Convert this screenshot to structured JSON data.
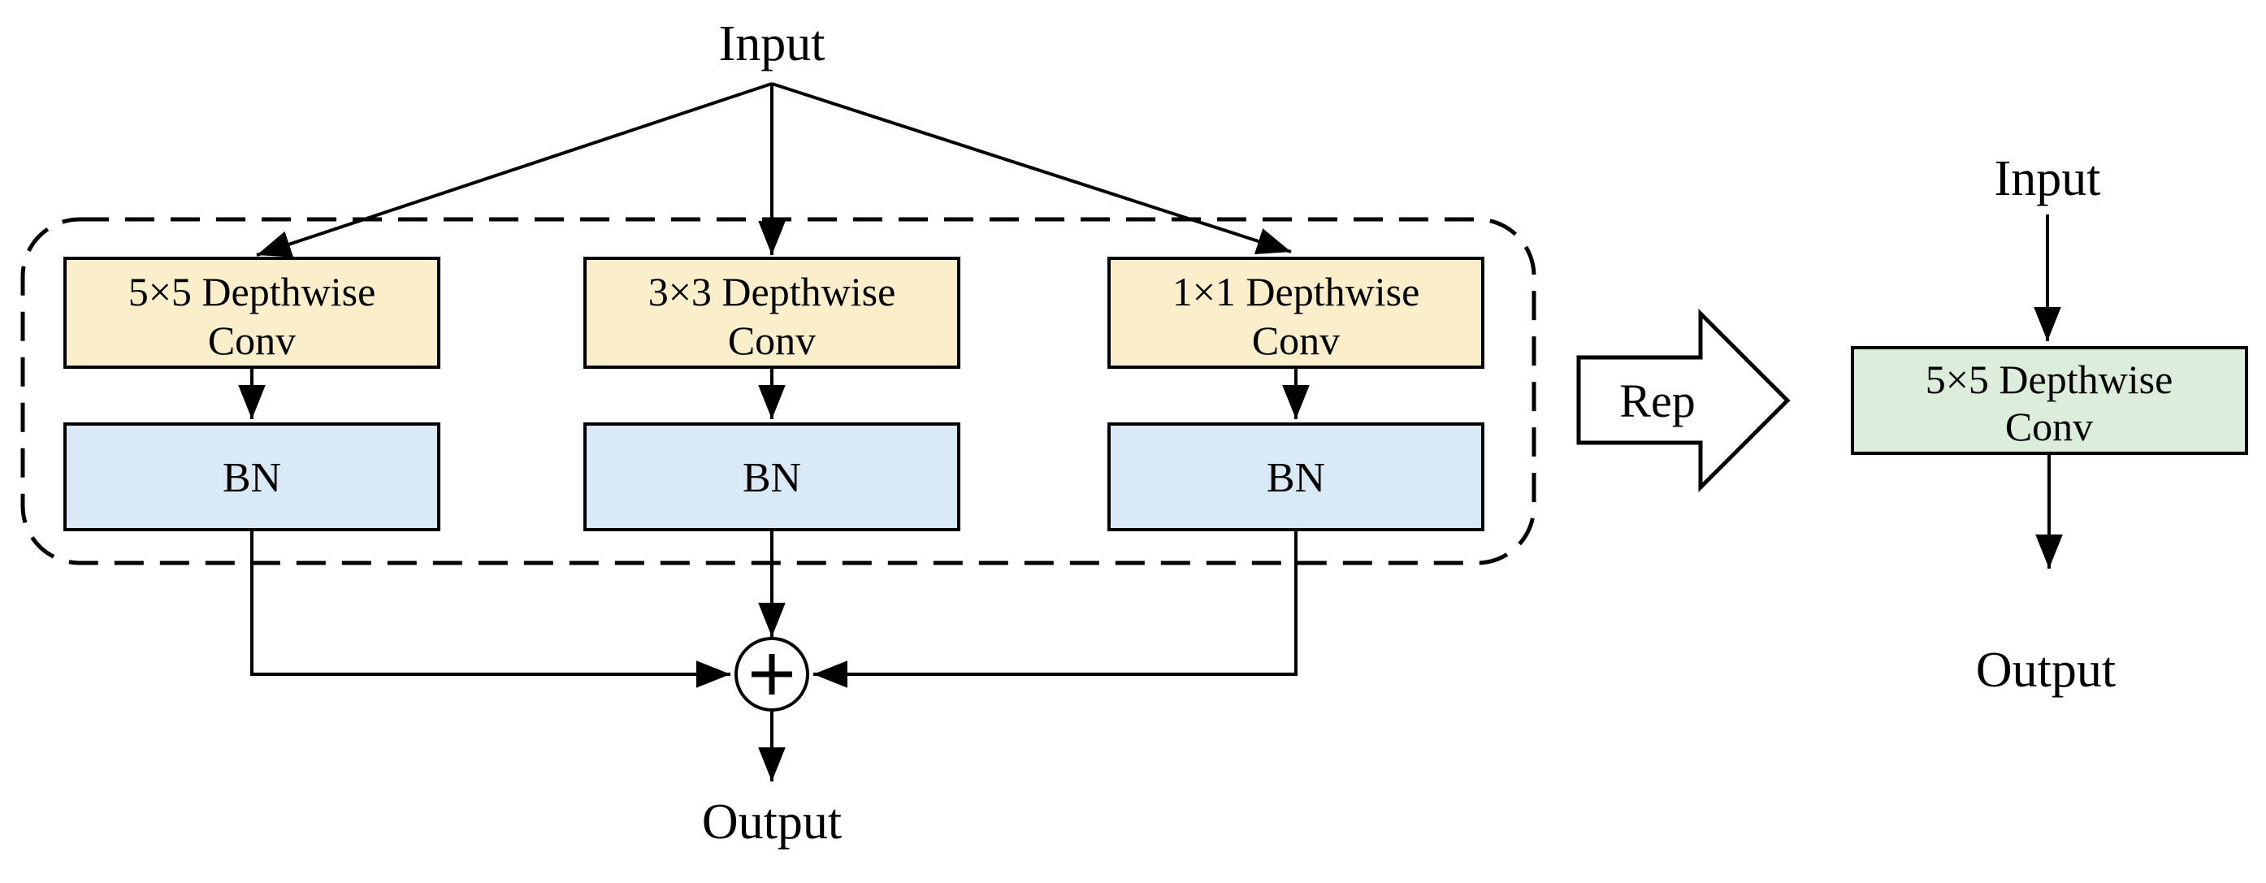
{
  "figure": {
    "left_block": {
      "input_label": "Input",
      "output_label": "Output",
      "branches": [
        {
          "conv_line1": "5×5 Depthwise",
          "conv_line2": "Conv",
          "bn_label": "BN"
        },
        {
          "conv_line1": "3×3 Depthwise",
          "conv_line2": "Conv",
          "bn_label": "BN"
        },
        {
          "conv_line1": "1×1 Depthwise",
          "conv_line2": "Conv",
          "bn_label": "BN"
        }
      ],
      "sum_icon": "circle-plus"
    },
    "rep_transform": {
      "label": "Rep"
    },
    "right_block": {
      "input_label": "Input",
      "conv_line1": "5×5 Depthwise",
      "conv_line2": "Conv",
      "output_label": "Output"
    },
    "colors": {
      "conv_fill": "#FBEFCB",
      "bn_fill": "#D9E9F6",
      "rep_conv_fill": "#DCEEDB",
      "line": "#000000"
    }
  }
}
